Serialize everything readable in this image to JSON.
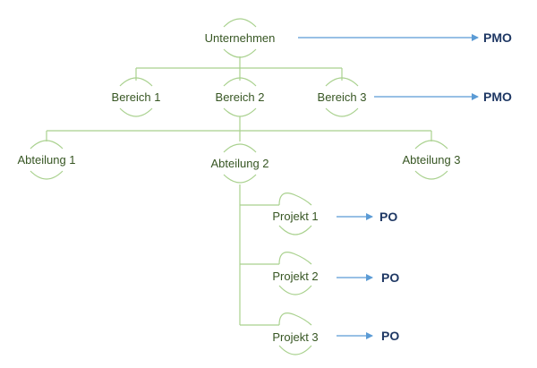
{
  "colors": {
    "node_text": "#375623",
    "connector": "#a9d18e",
    "arrow": "#5b9bd5",
    "role_text": "#1f3864"
  },
  "nodes": {
    "unternehmen": "Unternehmen",
    "bereich_1": "Bereich 1",
    "bereich_2": "Bereich 2",
    "bereich_3": "Bereich 3",
    "abteilung_1": "Abteilung 1",
    "abteilung_2": "Abteilung 2",
    "abteilung_3": "Abteilung 3",
    "projekt_1": "Projekt 1",
    "projekt_2": "Projekt 2",
    "projekt_3": "Projekt 3"
  },
  "roles": {
    "pmo_unternehmen": "PMO",
    "pmo_bereich": "PMO",
    "po_projekt_1": "PO",
    "po_projekt_2": "PO",
    "po_projekt_3": "PO"
  }
}
